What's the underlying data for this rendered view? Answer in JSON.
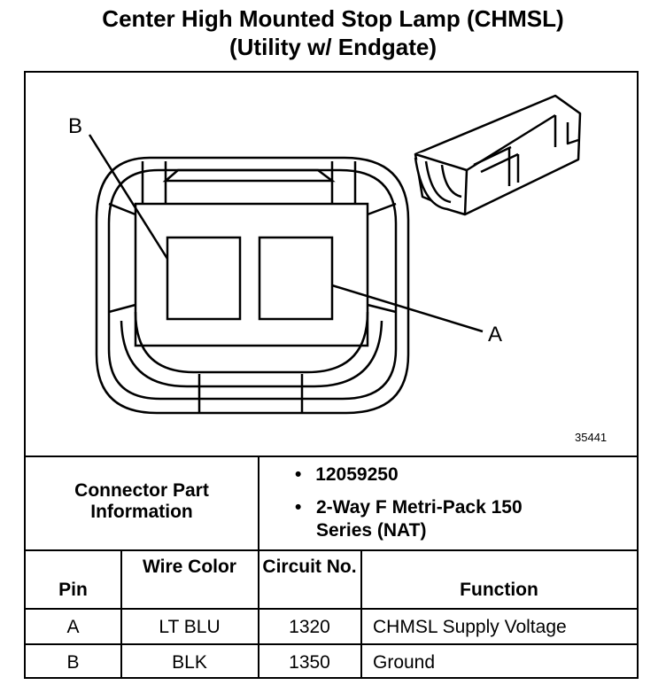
{
  "title_line1": "Center High Mounted Stop Lamp (CHMSL)",
  "title_line2": "(Utility w/ Endgate)",
  "diagram": {
    "callout_a": "A",
    "callout_b": "B",
    "figure_number": "35441"
  },
  "connector_info": {
    "label": "Connector Part Information",
    "items": [
      "12059250",
      "2-Way F Metri-Pack 150 Series (NAT)"
    ]
  },
  "table": {
    "headers": [
      "Pin",
      "Wire Color",
      "Circuit No.",
      "Function"
    ],
    "rows": [
      {
        "pin": "A",
        "color": "LT BLU",
        "circuit": "1320",
        "function": "CHMSL Supply Voltage"
      },
      {
        "pin": "B",
        "color": "BLK",
        "circuit": "1350",
        "function": "Ground"
      }
    ]
  }
}
